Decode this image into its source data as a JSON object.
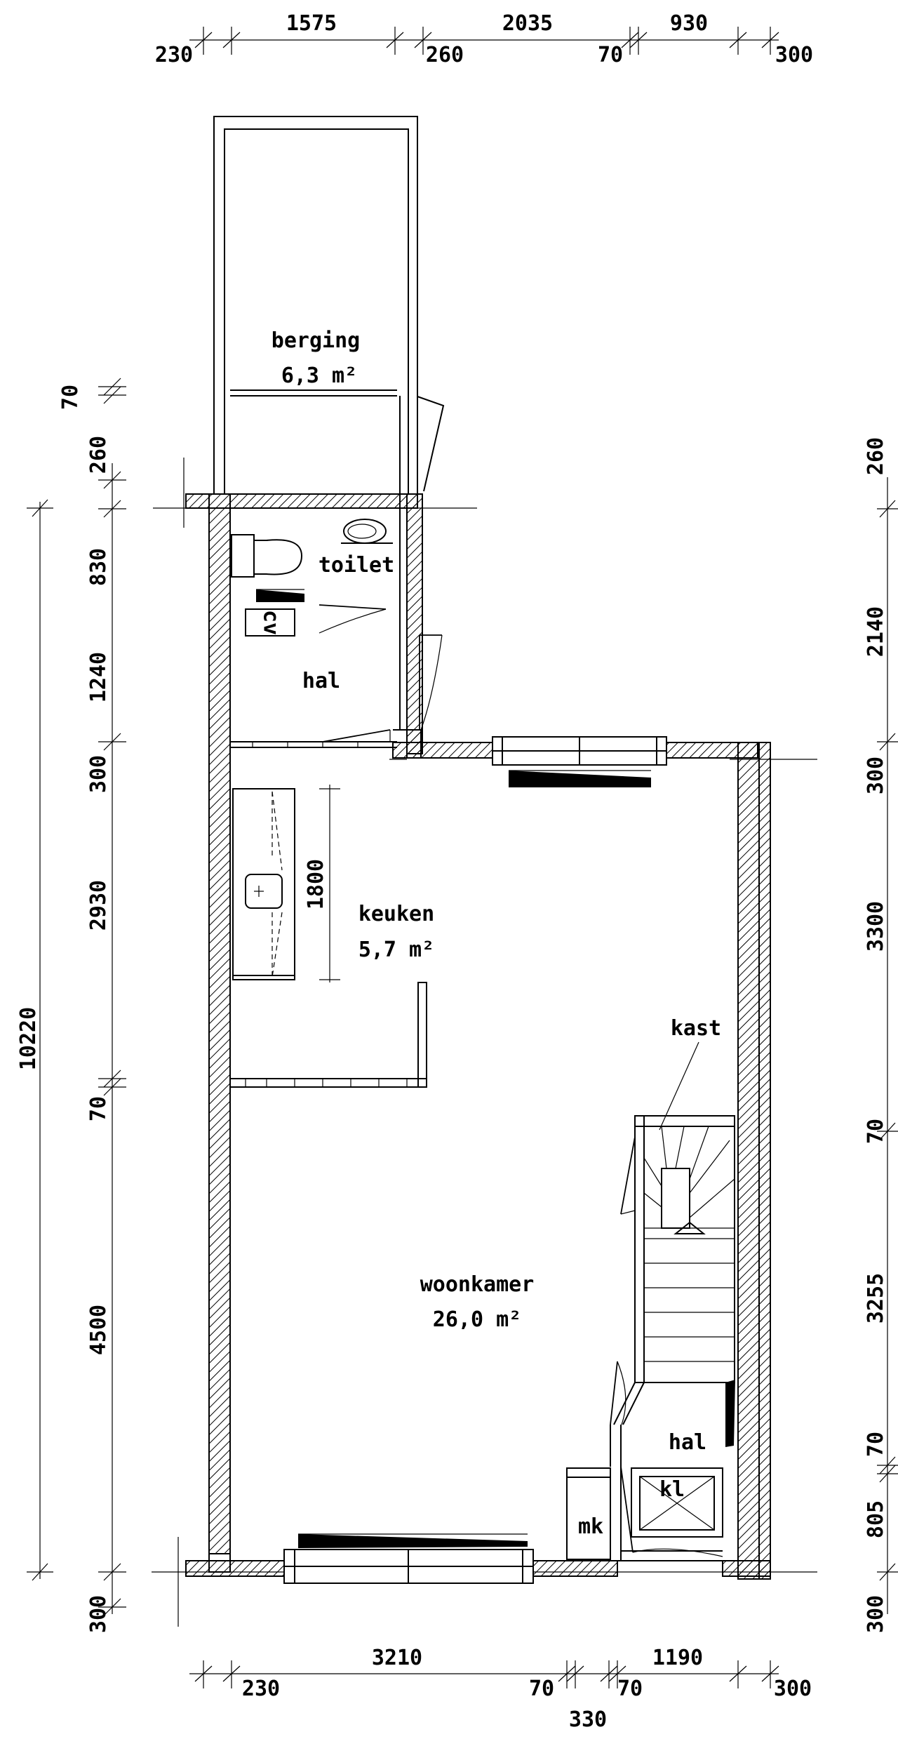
{
  "rooms": {
    "berging": {
      "name": "berging",
      "area": "6,3 m²"
    },
    "toilet": {
      "name": "toilet"
    },
    "cv": {
      "name": "cv"
    },
    "hal_upper": {
      "name": "hal"
    },
    "keuken": {
      "name": "keuken",
      "area": "5,7 m²"
    },
    "kast": {
      "name": "kast"
    },
    "woonkamer": {
      "name": "woonkamer",
      "area": "26,0 m²"
    },
    "hal_lower": {
      "name": "hal"
    },
    "mk": {
      "name": "mk"
    },
    "kl": {
      "name": "kl"
    }
  },
  "dimensions": {
    "top_main": [
      "1575",
      "2035",
      "930"
    ],
    "top_sub": [
      "230",
      "260",
      "70",
      "300"
    ],
    "bottom_main": [
      "3210",
      "1190"
    ],
    "bottom_sub": [
      "230",
      "70",
      "70",
      "300"
    ],
    "bottom_extra": "330",
    "left_total": "10220",
    "left": [
      "260",
      "830",
      "70",
      "1240",
      "300",
      "2930",
      "70",
      "4500",
      "300"
    ],
    "right": [
      "260",
      "2140",
      "300",
      "3300",
      "70",
      "3255",
      "70",
      "805",
      "300"
    ],
    "counter_length": "1800"
  },
  "colors": {
    "line": "#000000",
    "background": "#ffffff"
  }
}
